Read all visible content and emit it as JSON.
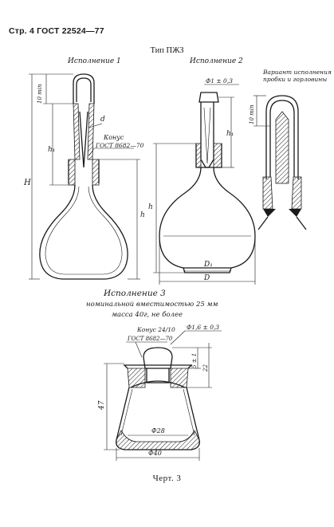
{
  "header": {
    "page_ref": "Стр. 4 ГОСТ 22524—77"
  },
  "type_title": "Тип ПЖЗ",
  "variant1": {
    "title": "Исполнение 1",
    "dim_10min": "10 min",
    "label_d": "d",
    "label_h1": "h₁",
    "label_H": "H",
    "label_h": "h",
    "cone_label": "Конус",
    "cone_gost": "ГОСТ 8682—70"
  },
  "variant2": {
    "title": "Исполнение 2",
    "phi_label": "Ф1 ± 0,3",
    "label_h1": "h₁",
    "label_h": "h",
    "label_D1": "D₁",
    "label_D": "D",
    "alt_note_line1": "Вариант исполнения",
    "alt_note_line2": "пробки и горловины",
    "dim_10min": "10 min"
  },
  "variant3": {
    "title": "Исполнение 3",
    "capacity": "номинальной вместимостью 25 мм",
    "mass": "масса 40г, не более",
    "cone_label": "Конус 24/10",
    "cone_gost": "ГОСТ 8682—70",
    "phi_small": "Ф1,6 ± 0,3",
    "dim_side1": "5 ± 1",
    "dim_side2": "22",
    "dim_height": "47",
    "phi_inner": "Ф28",
    "phi_outer": "Ф40"
  },
  "caption": "Черт. 3"
}
